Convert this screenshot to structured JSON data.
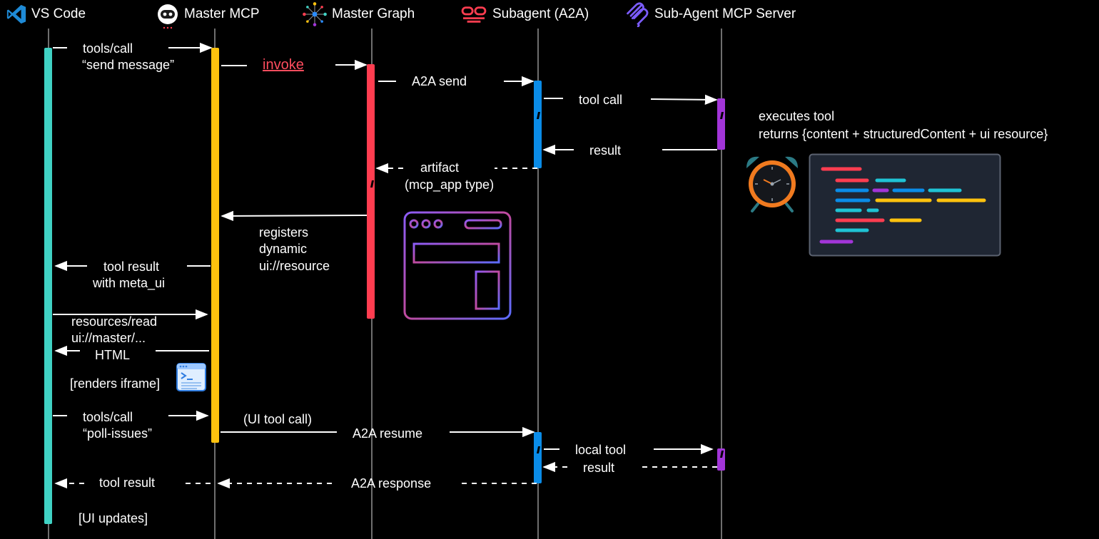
{
  "participants": {
    "vscode": "VS Code",
    "master_mcp": "Master MCP",
    "master_graph": "Master Graph",
    "subagent": "Subagent (A2A)",
    "subagent_mcp": "Sub-Agent MCP Server"
  },
  "messages": {
    "tools_call_1": "tools/call",
    "send_message": "“send message”",
    "invoke": "invoke",
    "a2a_send": "A2A send",
    "tool_call": "tool call",
    "executes_tool": "executes tool",
    "returns": "returns {content  +  structuredContent  +  ui  resource}",
    "result": "result",
    "artifact": "artifact",
    "mcp_app_type": "(mcp_app type)",
    "registers": "registers",
    "dynamic": "dynamic",
    "ui_resource": "ui://resource",
    "tool_result": "tool result",
    "with_meta_ui": "with meta_ui",
    "resources_read": "resources/read",
    "ui_master": "ui://master/...",
    "html": "HTML",
    "renders_iframe": "[renders iframe]",
    "tools_call_2": "tools/call",
    "poll_issues": "“poll-issues”",
    "ui_tool_call": "(UI tool call)",
    "a2a_resume": "A2A resume",
    "local_tool": "local  tool",
    "result_2": "result",
    "tool_result_2": "tool result",
    "a2a_response": "A2A response",
    "ui_updates": "[UI updates]"
  },
  "colors": {
    "vscode_bar": "#40d2c4",
    "master_mcp_bar": "#ffc20e",
    "master_graph_bar": "#ff3d50",
    "subagent_bar": "#0a8ce8",
    "subagent_mcp_bar": "#a235d8",
    "lifeline": "#6e6e6e"
  },
  "icons": {
    "vscode": "vscode-logo-icon",
    "master_mcp": "robot-icon",
    "master_graph": "graph-nodes-icon",
    "subagent": "agent-link-icon",
    "subagent_mcp": "mcp-server-icon",
    "alarm": "alarm-clock-icon",
    "code": "code-editor-icon",
    "browser": "browser-window-icon",
    "terminal": "terminal-window-icon"
  }
}
